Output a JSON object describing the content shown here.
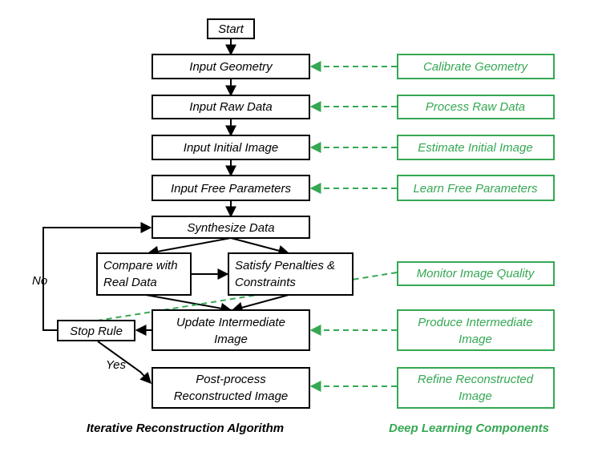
{
  "colors": {
    "accent_green": "#35a853",
    "line_black": "#000000"
  },
  "algorithm": {
    "start": "Start",
    "input_geometry": "Input Geometry",
    "input_raw_data": "Input Raw Data",
    "input_initial_image": "Input Initial Image",
    "input_free_parameters": "Input Free Parameters",
    "synthesize_data": "Synthesize Data",
    "compare_line1": "Compare with",
    "compare_line2": "Real Data",
    "satisfy_line1": "Satisfy Penalties &",
    "satisfy_line2": "Constraints",
    "update_line1": "Update Intermediate",
    "update_line2": "Image",
    "stop_rule": "Stop Rule",
    "postprocess_line1": "Post-process",
    "postprocess_line2": "Reconstructed Image",
    "no_label": "No",
    "yes_label": "Yes",
    "caption": "Iterative Reconstruction Algorithm"
  },
  "deep_learning": {
    "calibrate_geometry": "Calibrate Geometry",
    "process_raw_data": "Process Raw Data",
    "estimate_initial_image": "Estimate Initial Image",
    "learn_free_parameters": "Learn Free Parameters",
    "monitor_image_quality": "Monitor Image Quality",
    "produce_line1": "Produce Intermediate",
    "produce_line2": "Image",
    "refine_line1": "Refine Reconstructed",
    "refine_line2": "Image",
    "caption": "Deep Learning Components"
  }
}
